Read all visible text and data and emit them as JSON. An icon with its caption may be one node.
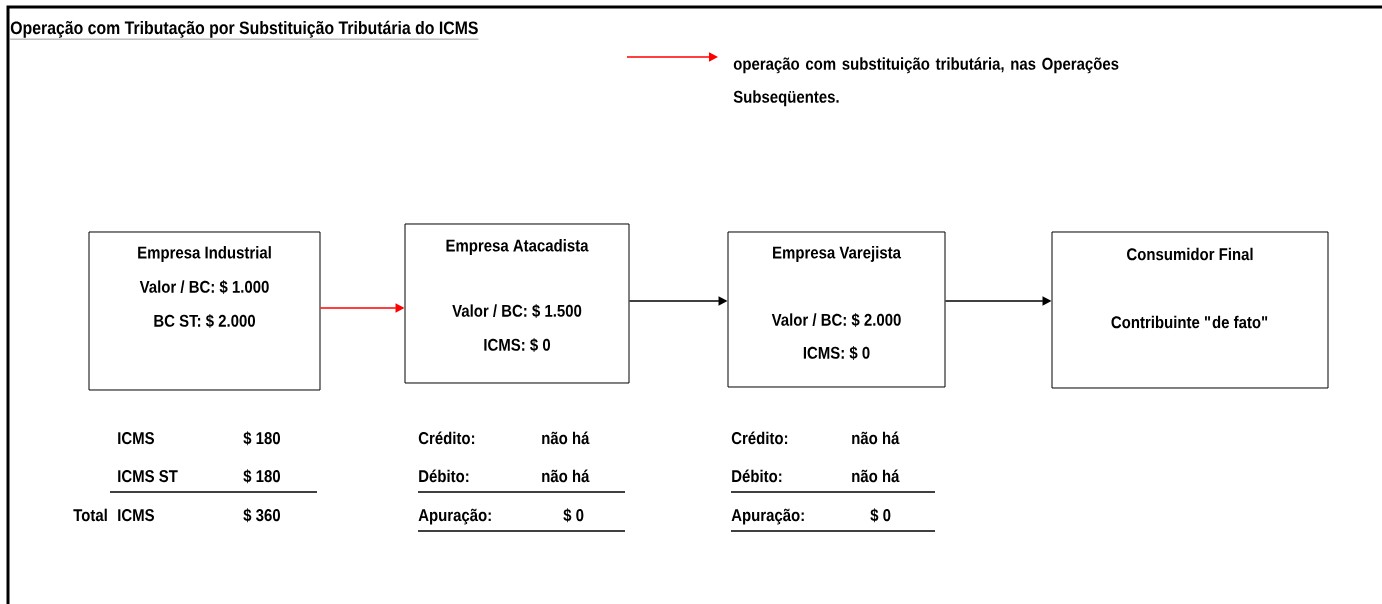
{
  "diagram": {
    "title": "Operação com Tributação por Substituição Tributária do ICMS",
    "nodes": [
      {
        "text": [
          "Empresa Industrial",
          "Valor / BC: $ 1.000",
          "BC ST:  $ 2.000"
        ]
      },
      {
        "text": [
          "Empresa Atacadista",
          "Valor / BC: $ 1.500",
          "ICMS: $ 0"
        ]
      },
      {
        "text": [
          "Empresa Varejista",
          "Valor / BC: $ 2.000",
          "ICMS: $ 0"
        ]
      },
      {
        "text": [
          "Consumidor Final",
          "Contribuinte \"de fato\""
        ]
      }
    ],
    "edges": [
      {
        "from": 0,
        "to": 1,
        "arrow": "to",
        "color": "#ff0000"
      },
      {
        "from": 1,
        "to": 2,
        "arrow": "to"
      },
      {
        "from": 2,
        "to": 3,
        "arrow": "to"
      }
    ],
    "labels": [
      "ICMS",
      "$ 180",
      "ICMS ST",
      "$ 180",
      "Total",
      "ICMS",
      "$ 360",
      "Crédito:",
      "não há",
      "Débito:",
      "não há",
      "Apuração:",
      "$ 0",
      "Crédito:",
      "não há",
      "Débito:",
      "não há",
      "Apuração:",
      "$ 0"
    ],
    "legend": [
      {
        "text": "operação com substituição tributária, nas Operações Subseqüentes."
      }
    ]
  }
}
